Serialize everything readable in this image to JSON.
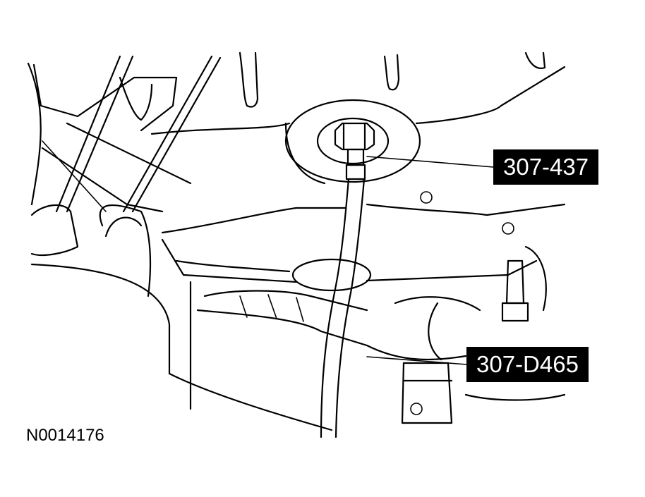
{
  "callouts": [
    {
      "label": "307-437"
    },
    {
      "label": "307-D465"
    }
  ],
  "figure_id": "N0014176"
}
